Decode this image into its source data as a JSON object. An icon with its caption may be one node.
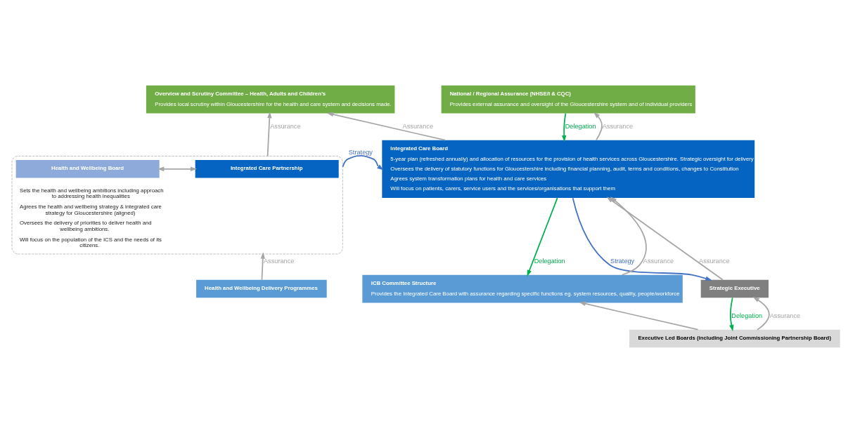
{
  "diagram": {
    "nodes": [
      {
        "text": [
          "Overview and Scrutiny Committee – Health, Adults and Children’s",
          "Provides local scrutiny within Gloucestershire for the health and care system and decisions made."
        ]
      },
      {
        "text": [
          "Sets the health and wellbeing ambitions including approach to addressing health inequalities",
          "Agrees the health and wellbeing strategy & integrated care strategy for Gloucestershire (aligned)",
          "Oversees the delivery of priorities to deliver health and wellbeing ambitions.",
          "Will focus on the population of the ICS and the needs of its citizens."
        ]
      },
      {
        "text": [
          "Health and Wellbeing Board"
        ],
        "in": 1
      },
      {
        "text": [
          "Integrated Care Partnership"
        ],
        "in": 1
      },
      {
        "text": [
          "National / Regional Assurance (NHSE/I & CQC)",
          "Provides external assurance and oversight of the Gloucestershire system and of individual providers"
        ]
      },
      {
        "text": [
          "Integrated Care Board",
          "5-year plan (refreshed annually) and allocation of resources for the provision of health services across Gloucestershire. Strategic oversight for delivery",
          "Oversees the delivery of statutory functions for Gloucestershire including financial planning, audit, terms and conditions, changes to Constitution",
          "Agrees system transformation plans for health and care services",
          "Will focus on patients, carers, service users and the services/organisations that support them"
        ]
      },
      {
        "text": [
          "Health and Wellbeing Delivery Programmes"
        ]
      },
      {
        "text": [
          "ICB Committee Structure",
          "Provides the Integrated Care Board with assurance regarding specific functions eg. system resources, quality, people/workforce"
        ]
      },
      {
        "text": [
          "Strategic Executive"
        ]
      },
      {
        "text": [
          "Executive Led Boards (including Joint Commissioning Partnership Board)"
        ]
      }
    ],
    "edges": [
      {
        "from": 1,
        "to": 0,
        "arrow": "to",
        "label": "Assurance"
      },
      {
        "from": 5,
        "to": 0,
        "arrow": "to",
        "label": "Assurance"
      },
      {
        "from": 2,
        "to": 3,
        "arrow": "both"
      },
      {
        "from": 1,
        "to": 5,
        "arrow": "to",
        "label": "Strategy",
        "color": "#4472c4"
      },
      {
        "from": 5,
        "to": 4,
        "arrow": "to",
        "label": "Assurance"
      },
      {
        "from": 4,
        "to": 5,
        "arrow": "to",
        "label": "Delegation",
        "color": "#00b050"
      },
      {
        "from": 6,
        "to": 1,
        "arrow": "to",
        "label": "Assurance"
      },
      {
        "from": 7,
        "to": 5,
        "arrow": "to",
        "label": "Assurance"
      },
      {
        "from": 5,
        "to": 7,
        "arrow": "to",
        "label": "Delegation",
        "color": "#00b050"
      },
      {
        "from": 5,
        "to": 8,
        "arrow": "to",
        "label": "Strategy",
        "color": "#4472c4"
      },
      {
        "from": 8,
        "to": 5,
        "arrow": "to",
        "label": "Assurance"
      },
      {
        "from": 9,
        "to": 7,
        "arrow": "to"
      },
      {
        "from": 9,
        "to": 8,
        "arrow": "to",
        "label": "Assurance"
      },
      {
        "from": 8,
        "to": 9,
        "arrow": "to",
        "label": "Delegation",
        "color": "#00b050"
      }
    ]
  }
}
